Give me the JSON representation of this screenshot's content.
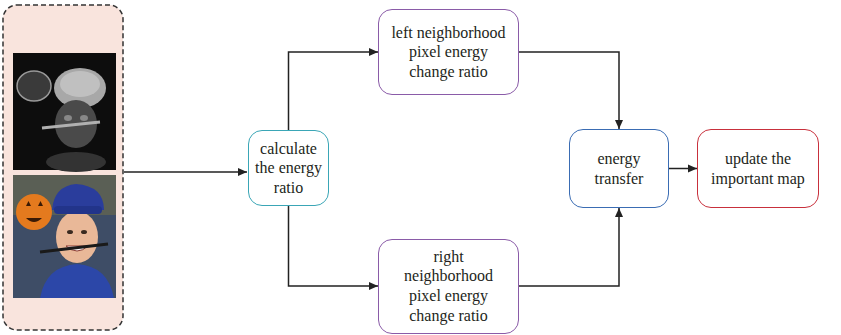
{
  "diagram": {
    "nodes": [
      {
        "text": [
          "calculate the energy ratio"
        ]
      },
      {
        "text": [
          "left neighborhood pixel energy change ratio"
        ]
      },
      {
        "text": [
          "right neighborhood pixel energy change ratio"
        ]
      },
      {
        "text": [
          "energy transfer"
        ]
      },
      {
        "text": [
          "update the important map"
        ]
      }
    ],
    "edges": [
      {
        "from": 0,
        "to": 1,
        "arrow": "to"
      },
      {
        "from": 0,
        "to": 2,
        "arrow": "to"
      },
      {
        "from": 1,
        "to": 3,
        "arrow": "to"
      },
      {
        "from": 2,
        "to": 3,
        "arrow": "to"
      },
      {
        "from": 3,
        "to": 4,
        "arrow": "to"
      }
    ]
  }
}
